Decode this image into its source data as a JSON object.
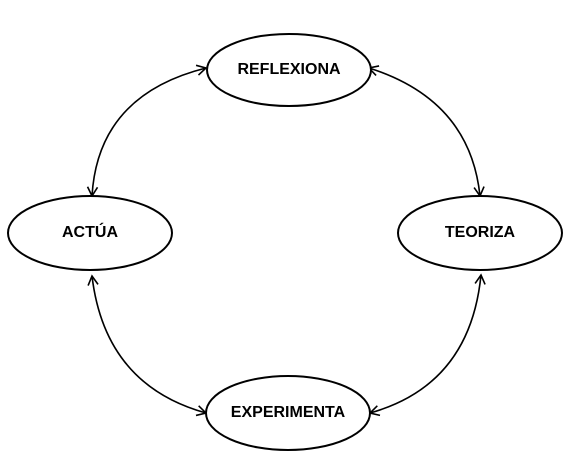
{
  "diagram": {
    "type": "cycle",
    "nodes": {
      "reflexiona": "REFLEXIONA",
      "teoriza": "TEORIZA",
      "experimenta": "EXPERIMENTA",
      "actua": "ACTÚA"
    },
    "edges": [
      {
        "from": "reflexiona",
        "to": "teoriza",
        "bidirectional": true
      },
      {
        "from": "teoriza",
        "to": "experimenta",
        "bidirectional": true
      },
      {
        "from": "experimenta",
        "to": "actua",
        "bidirectional": true
      },
      {
        "from": "actua",
        "to": "reflexiona",
        "bidirectional": true
      }
    ],
    "colors": {
      "stroke": "#000000",
      "fill": "#ffffff",
      "text": "#000000"
    }
  }
}
